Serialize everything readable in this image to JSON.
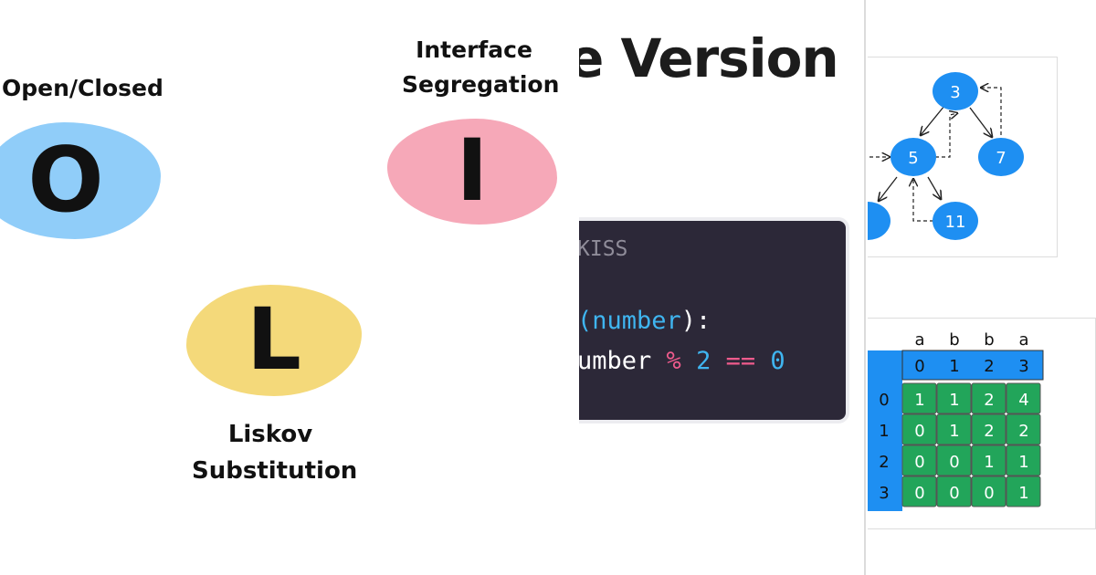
{
  "panel_solid": {
    "labels": {
      "open_closed": "Open/Closed",
      "interface_line1": "Interface",
      "interface_line2": "Segregation",
      "liskov_line1": "Liskov",
      "liskov_line2": "Substitution"
    },
    "letters": {
      "o": "O",
      "i": "I",
      "l": "L"
    },
    "colors": {
      "o_blob": "#90cdf9",
      "i_blob": "#f6a8b8",
      "l_blob": "#f4d97a"
    }
  },
  "panel_kiss": {
    "title": "e Version",
    "code": {
      "comment": "KISS",
      "line1_param": "(number",
      "line1_rest": "):",
      "line2_var": "umber",
      "line2_op1": "%",
      "line2_num1": "2",
      "line2_op2": "==",
      "line2_num2": "0"
    },
    "colors": {
      "code_bg": "#2c2838",
      "keyword": "#3fb5f0",
      "operator": "#ef5b8c"
    }
  },
  "panel_algo": {
    "tree": {
      "nodes": [
        "3",
        "5",
        "7",
        "11"
      ],
      "node_color": "#1e8ff2"
    },
    "dp_table": {
      "col_letters": [
        "a",
        "b",
        "b",
        "a"
      ],
      "col_indices": [
        "0",
        "1",
        "2",
        "3"
      ],
      "row_indices": [
        "0",
        "1",
        "2",
        "3"
      ],
      "cells": [
        [
          "1",
          "1",
          "2",
          "4"
        ],
        [
          "0",
          "1",
          "2",
          "2"
        ],
        [
          "0",
          "0",
          "1",
          "1"
        ],
        [
          "0",
          "0",
          "0",
          "1"
        ]
      ],
      "header_color": "#1e8ff2",
      "cell_color": "#22a55a"
    }
  }
}
